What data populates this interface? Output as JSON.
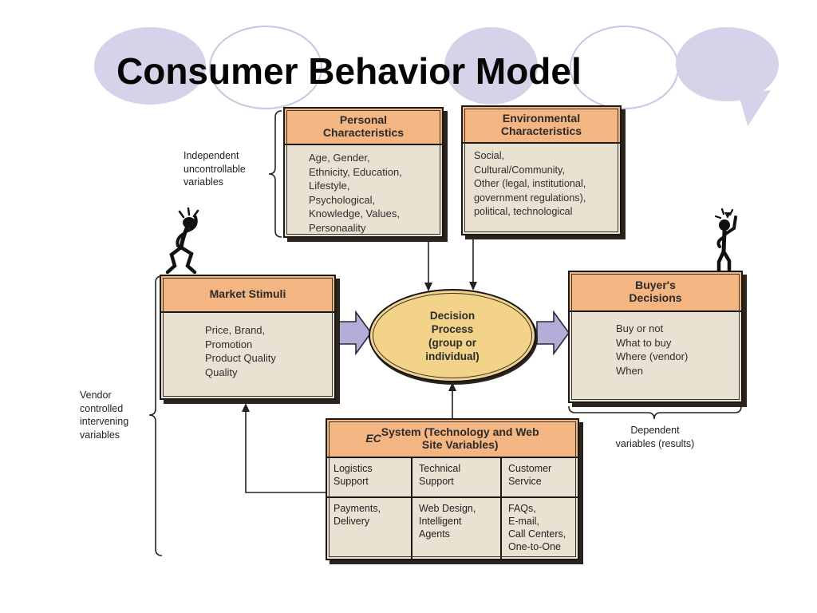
{
  "slide": {
    "title": "Consumer Behavior Model"
  },
  "labels": {
    "independent": "Independent\nuncontrollable\nvariables",
    "vendor": "Vendor\ncontrolled\nintervening\nvariables",
    "dependent": "Dependent\nvariables (results)"
  },
  "boxes": {
    "personal": {
      "title": "Personal\nCharacteristics",
      "body": "Age, Gender,\nEthnicity, Education,\nLifestyle,\nPsychological,\nKnowledge, Values,\nPersonaality"
    },
    "environmental": {
      "title": "Environmental\nCharacteristics",
      "body": "Social,\nCultural/Community,\nOther (legal, institutional,\ngovernment regulations),\npolitical, technological"
    },
    "market_stimuli": {
      "title": "Market Stimuli",
      "body": "Price, Brand,\nPromotion\nProduct Quality\nQuality"
    },
    "buyers_decisions": {
      "title": "Buyer's\nDecisions",
      "body": "Buy or not\nWhat to buy\nWhere (vendor)\nWhen"
    },
    "decision_process": {
      "title": "Decision\nProcess\n(group or\nindividual)"
    },
    "ec_system": {
      "title_italic": "EC",
      "title_rest": " System (Technology and Web\nSite Variables)"
    }
  },
  "ec_table": {
    "rows": [
      [
        "Logistics\nSupport",
        "Technical\nSupport",
        "Customer\nService"
      ],
      [
        "Payments,\nDelivery",
        "Web Design,\nIntelligent\nAgents",
        "FAQs,\nE-mail,\nCall Centers,\nOne-to-One"
      ]
    ]
  },
  "icons": {
    "left_figure": "confused-person",
    "right_figure": "idea-person"
  },
  "colors": {
    "header_fill": "#f3b581",
    "body_fill": "#e9e1d2",
    "ellipse_fill": "#f3d289",
    "block_arrow_fill": "#b2aed8",
    "deco_circle_fill": "#d4d3e9"
  }
}
